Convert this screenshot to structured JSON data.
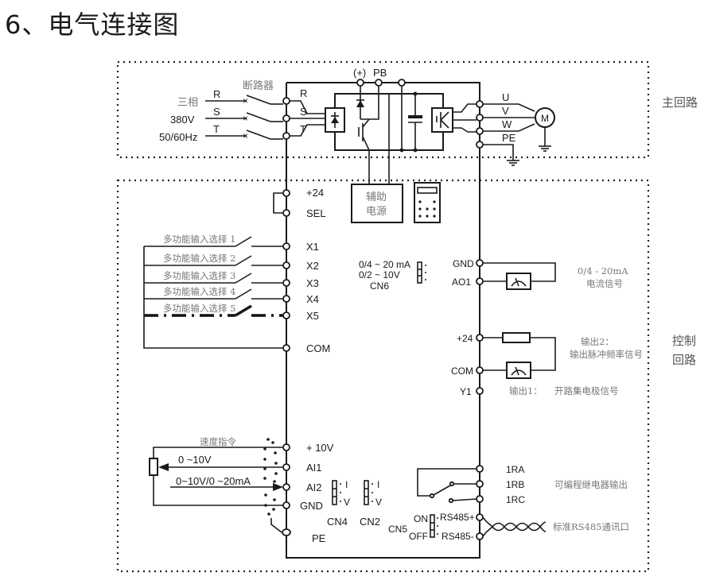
{
  "title": "6、电气连接图",
  "regions": {
    "main_circuit": "主回路",
    "control_circuit_line1": "控制",
    "control_circuit_line2": "回路"
  },
  "power_input": {
    "label_phase": "三相",
    "label_voltage": "380V",
    "label_freq": "50/60Hz",
    "breaker": "断路器",
    "lines": [
      "R",
      "S",
      "T"
    ],
    "terminals": [
      "R",
      "S",
      "T"
    ]
  },
  "dc_bus": {
    "plus": "(+)",
    "pb": "PB"
  },
  "motor": {
    "outputs": [
      "U",
      "V",
      "W",
      "PE"
    ],
    "symbol": "M"
  },
  "aux_power": {
    "line1": "辅助",
    "line2": "电源"
  },
  "inputs": {
    "plus24": "+24",
    "sel": "SEL",
    "items": [
      {
        "desc": "多功能输入选择 1",
        "terminal": "X1"
      },
      {
        "desc": "多功能输入选择 2",
        "terminal": "X2"
      },
      {
        "desc": "多功能输入选择 3",
        "terminal": "X3"
      },
      {
        "desc": "多功能输入选择 4",
        "terminal": "X4"
      },
      {
        "desc": "多功能输入选择 5",
        "terminal": "X5"
      }
    ],
    "com": "COM"
  },
  "cn6": {
    "line1": "0/4 ~ 20 mA",
    "line2": "0/2 ~ 10V",
    "name": "CN6"
  },
  "analog_out": {
    "gnd": "GND",
    "ao1": "AO1",
    "desc1": "0/4 - 20mA",
    "desc2": "电流信号"
  },
  "pulse_out": {
    "plus24": "+24",
    "com": "COM",
    "desc1": "输出2：",
    "desc2": "输出脉冲频率信号"
  },
  "y1": {
    "terminal": "Y1",
    "desc_prefix": "输出1：",
    "desc": "开路集电极信号"
  },
  "analog_in": {
    "speed_cmd": "速度指令",
    "ai1_range": "0 ~10V",
    "ai2_range": "0~10V/0 ~20mA",
    "terminals": [
      "+ 10V",
      "AI1",
      "AI2",
      "GND"
    ],
    "pe": "PE"
  },
  "jumpers": {
    "cn4": {
      "name": "CN4",
      "i": "I",
      "v": "V"
    },
    "cn2": {
      "name": "CN2",
      "i": "I",
      "v": "V"
    },
    "cn5": {
      "name": "CN5",
      "on": "ON",
      "off": "OFF"
    }
  },
  "relay": {
    "terminals": [
      "1RA",
      "1RB",
      "1RC"
    ],
    "desc": "可编程继电器输出"
  },
  "rs485": {
    "plus": "RS485+",
    "minus": "RS485-",
    "desc": "标准RS485通讯口"
  }
}
